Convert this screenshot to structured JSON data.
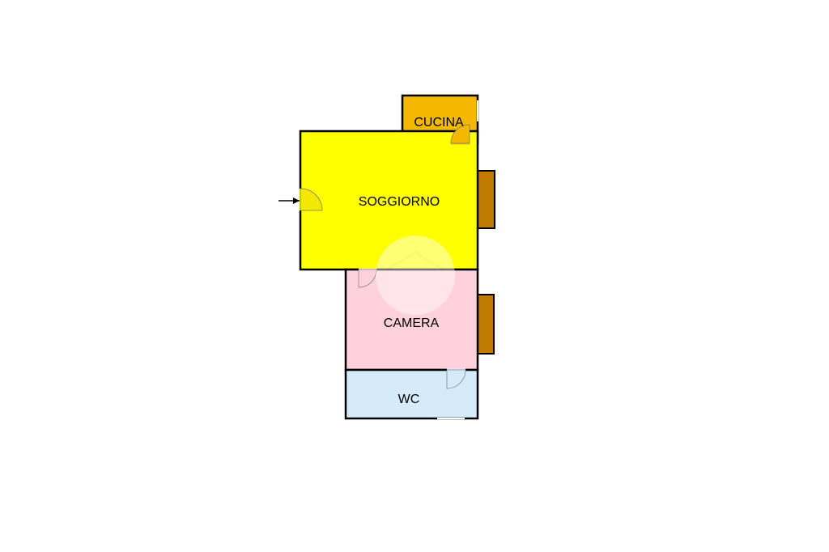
{
  "floorplan": {
    "rooms": {
      "cucina": {
        "label": "CUCINA",
        "color": "#F5B800"
      },
      "soggiorno": {
        "label": "SOGGIORNO",
        "color": "#FFFF00"
      },
      "camera": {
        "label": "CAMERA",
        "color": "#FFD1DC"
      },
      "wc": {
        "label": "WC",
        "color": "#D6EBFA"
      }
    },
    "balcony_color": "#C07A00",
    "wall_color": "#000000",
    "door_icons": {
      "entrance_door": "door-swing-icon",
      "entrance_arrow": "arrow-right-icon",
      "kitchen_door": "door-swing-icon",
      "bedroom_door": "door-swing-icon",
      "bathroom_door": "door-swing-icon"
    },
    "watermark_icon": "house-logo-icon"
  }
}
